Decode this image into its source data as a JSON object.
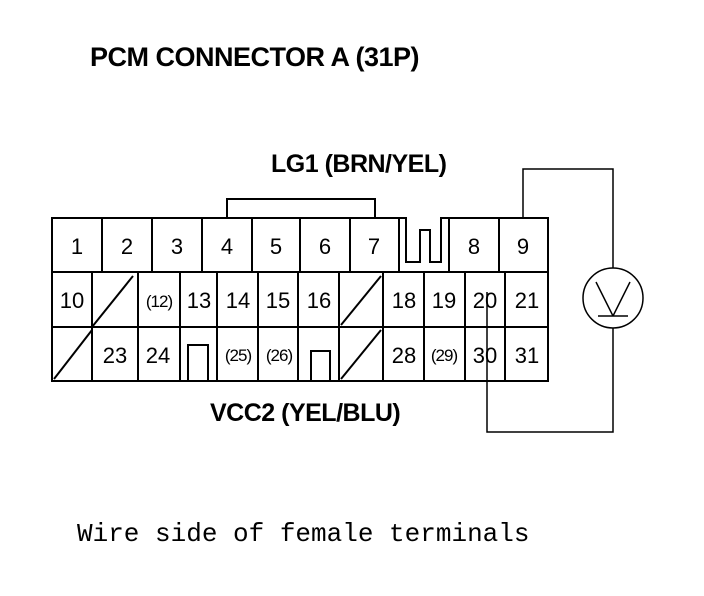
{
  "title": "PCM CONNECTOR A (31P)",
  "wire_top_label": "LG1 (BRN/YEL)",
  "wire_bottom_label": "VCC2 (YEL/BLU)",
  "footer_caption": "Wire side of female terminals",
  "meter_symbol": "voltmeter-icon",
  "connector": {
    "row1": [
      "1",
      "2",
      "3",
      "4",
      "5",
      "6",
      "7",
      "",
      "8",
      "9"
    ],
    "row2": [
      "10",
      "",
      "(12)",
      "13",
      "14",
      "15",
      "16",
      "",
      "18",
      "19",
      "20",
      "21"
    ],
    "row3": [
      "",
      "23",
      "24",
      "",
      "(25)",
      "(26)",
      "",
      "",
      "28",
      "(29)",
      "30",
      "31"
    ]
  }
}
